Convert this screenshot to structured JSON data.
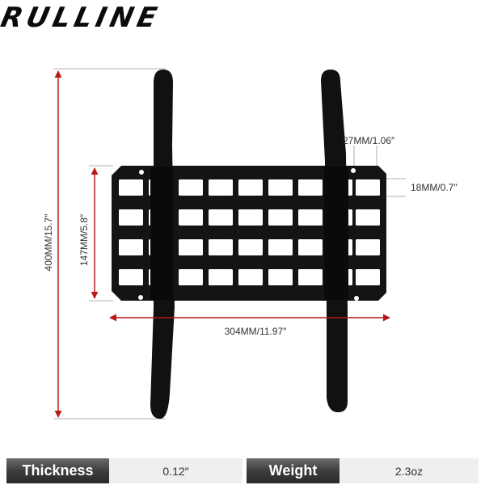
{
  "brand": {
    "logo_text": "RULLINE"
  },
  "dimensions": {
    "height_total": "400MM/15.7″",
    "height_panel": "147MM/5.8″",
    "width_panel": "304MM/11.97″",
    "hole_width": "27MM/1.06″",
    "hole_height": "18MM/0.7″"
  },
  "specs": {
    "thickness_label": "Thickness",
    "thickness_value": "0.12″",
    "weight_label": "Weight",
    "weight_value": "2.3oz"
  },
  "colors": {
    "product": "#111111",
    "arrow": "#b81818",
    "label_bg": "#3d3d3d",
    "value_bg": "#efefef"
  }
}
